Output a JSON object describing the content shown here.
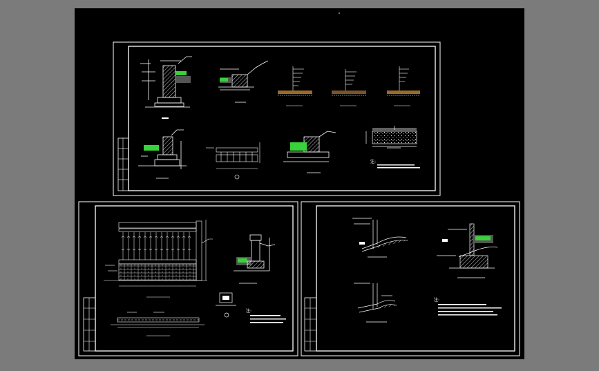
{
  "colors": {
    "app_background": "#7b7b7b",
    "canvas_background": "#000000",
    "line": "#ffffff",
    "hatch_green": "#39d23a",
    "soil_brown": "#9a6a2a"
  },
  "icons": [
    "drawing-canvas",
    "sheet-frame",
    "section-detail",
    "railing-elevation",
    "soil-layer-detail"
  ],
  "notes": {
    "note_heading": "注:"
  }
}
